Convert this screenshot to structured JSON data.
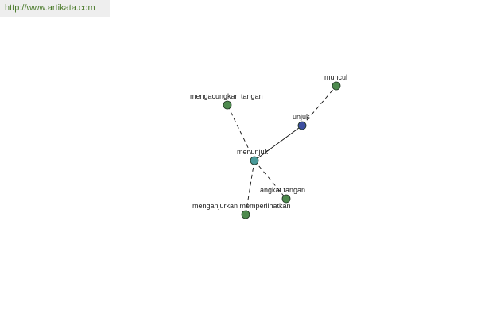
{
  "watermark": {
    "url": "http://www.artikata.com"
  },
  "colors": {
    "synonym_node": "#4e8a4e",
    "root_node": "#3d4fa0",
    "center_node": "#4a9a9a",
    "edge": "#111111",
    "node_stroke": "#1e3320"
  },
  "graph": {
    "nodes": [
      {
        "id": "menunjuk",
        "label": "menunjuk",
        "kind": "center"
      },
      {
        "id": "unjuk",
        "label": "unjuk",
        "kind": "root"
      },
      {
        "id": "muncul",
        "label": "muncul",
        "kind": "synonym"
      },
      {
        "id": "mengacungkan-tangan",
        "label": "mengacungkan tangan",
        "kind": "synonym"
      },
      {
        "id": "angkat-tangan",
        "label": "angkat tangan",
        "kind": "synonym"
      },
      {
        "id": "menganjurkan-memperlihatkan",
        "label": "menganjurkan memperlihatkan",
        "kind": "synonym"
      }
    ],
    "edges": [
      {
        "from": "menunjuk",
        "to": "unjuk",
        "style": "solid"
      },
      {
        "from": "unjuk",
        "to": "muncul",
        "style": "dashed"
      },
      {
        "from": "menunjuk",
        "to": "mengacungkan-tangan",
        "style": "dashed"
      },
      {
        "from": "menunjuk",
        "to": "angkat-tangan",
        "style": "dashed"
      },
      {
        "from": "menunjuk",
        "to": "menganjurkan-memperlihatkan",
        "style": "dashed"
      }
    ]
  }
}
